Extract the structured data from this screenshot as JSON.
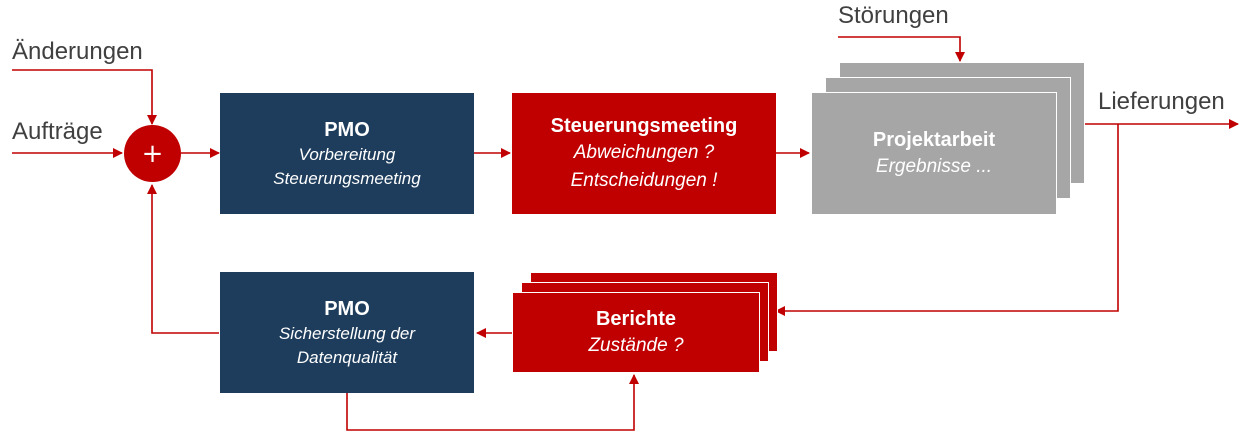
{
  "labels": {
    "changes": "Änderungen",
    "orders": "Aufträge",
    "disturbances": "Störungen",
    "deliveries": "Lieferungen"
  },
  "junction": {
    "symbol": "+"
  },
  "boxes": {
    "pmo_prep": {
      "title": "PMO",
      "line1": "Vorbereitung",
      "line2": "Steuerungsmeeting"
    },
    "steering": {
      "title": "Steuerungsmeeting",
      "line1": "Abweichungen ?",
      "line2": "Entscheidungen !"
    },
    "project": {
      "title": "Projektarbeit",
      "line1": "Ergebnisse ..."
    },
    "reports": {
      "title": "Berichte",
      "line1": "Zustände ?"
    },
    "pmo_quality": {
      "title": "PMO",
      "line1": "Sicherstellung der",
      "line2": "Datenqualität"
    }
  },
  "colors": {
    "navy": "#1e3d5c",
    "red": "#c00000",
    "grey": "#a6a6a6",
    "arrow": "#c00000",
    "label": "#404040"
  }
}
